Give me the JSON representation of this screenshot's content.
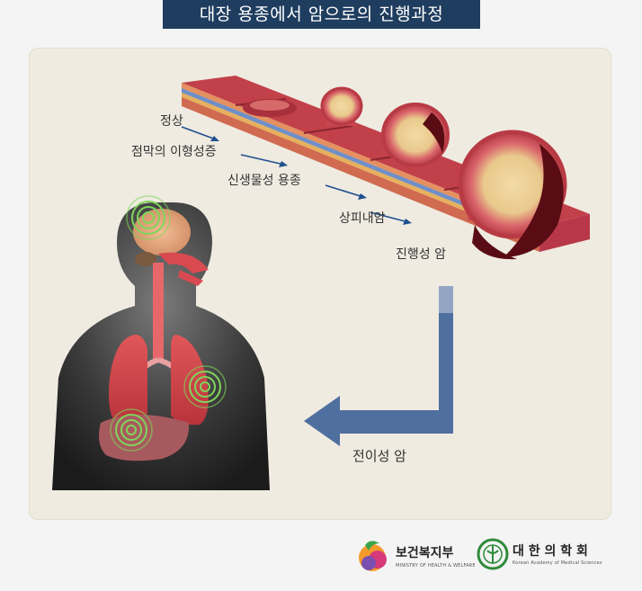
{
  "header": {
    "title": "대장 용종에서 암으로의 진행과정"
  },
  "stages": [
    {
      "label": "정상"
    },
    {
      "label": "점막의 이형성증"
    },
    {
      "label": "신생물성 용종"
    },
    {
      "label": "상피내암"
    },
    {
      "label": "진행성 암"
    }
  ],
  "metastasis": {
    "label": "전이성 암"
  },
  "logos": {
    "ministry": {
      "name": "보건복지부",
      "subtitle": "MINISTRY OF HEALTH & WELFARE"
    },
    "academy": {
      "name": "대 한 의 학 회",
      "subtitle": "Korean Academy of Medical Sciences"
    }
  },
  "colors": {
    "title_bg": "#1f3d5f",
    "arrow": "#4f6fa0",
    "tissue": "#c8464a",
    "tumor_dark": "#5a0c14",
    "target_ring": "#7fd65a"
  }
}
